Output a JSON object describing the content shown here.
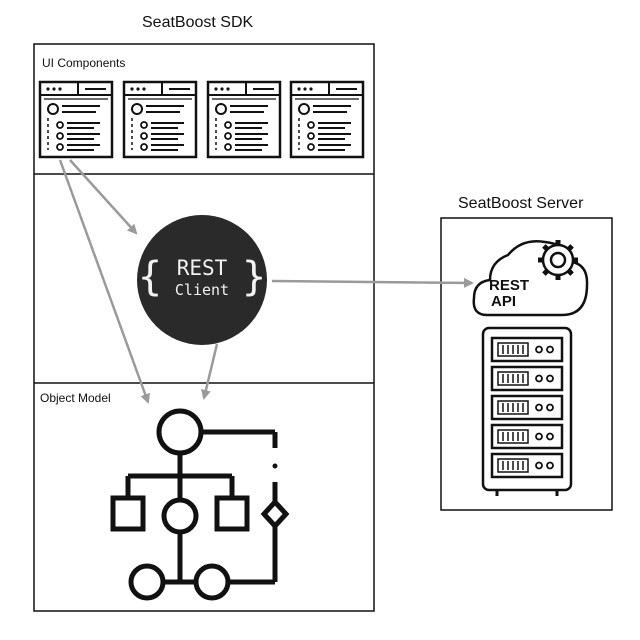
{
  "sdk": {
    "title": "SeatBoost SDK",
    "ui_components_label": "UI Components",
    "object_model_label": "Object Model",
    "rest_client": {
      "line1": "REST",
      "line2": "Client",
      "brace_left": "{",
      "brace_right": "}"
    }
  },
  "server": {
    "title": "SeatBoost Server",
    "rest_api": {
      "line1": "REST",
      "line2": "API"
    }
  },
  "icons": {
    "ui_window": "ui-window-icon",
    "cloud_gear": "cloud-gear-icon",
    "server_rack": "server-rack-icon",
    "flowchart": "flowchart-icon"
  },
  "colors": {
    "line": "#111111",
    "arrow": "#9a9a9a",
    "rest_client_bg": "#2a2a2a",
    "rest_client_text": "#f2f2f2"
  }
}
